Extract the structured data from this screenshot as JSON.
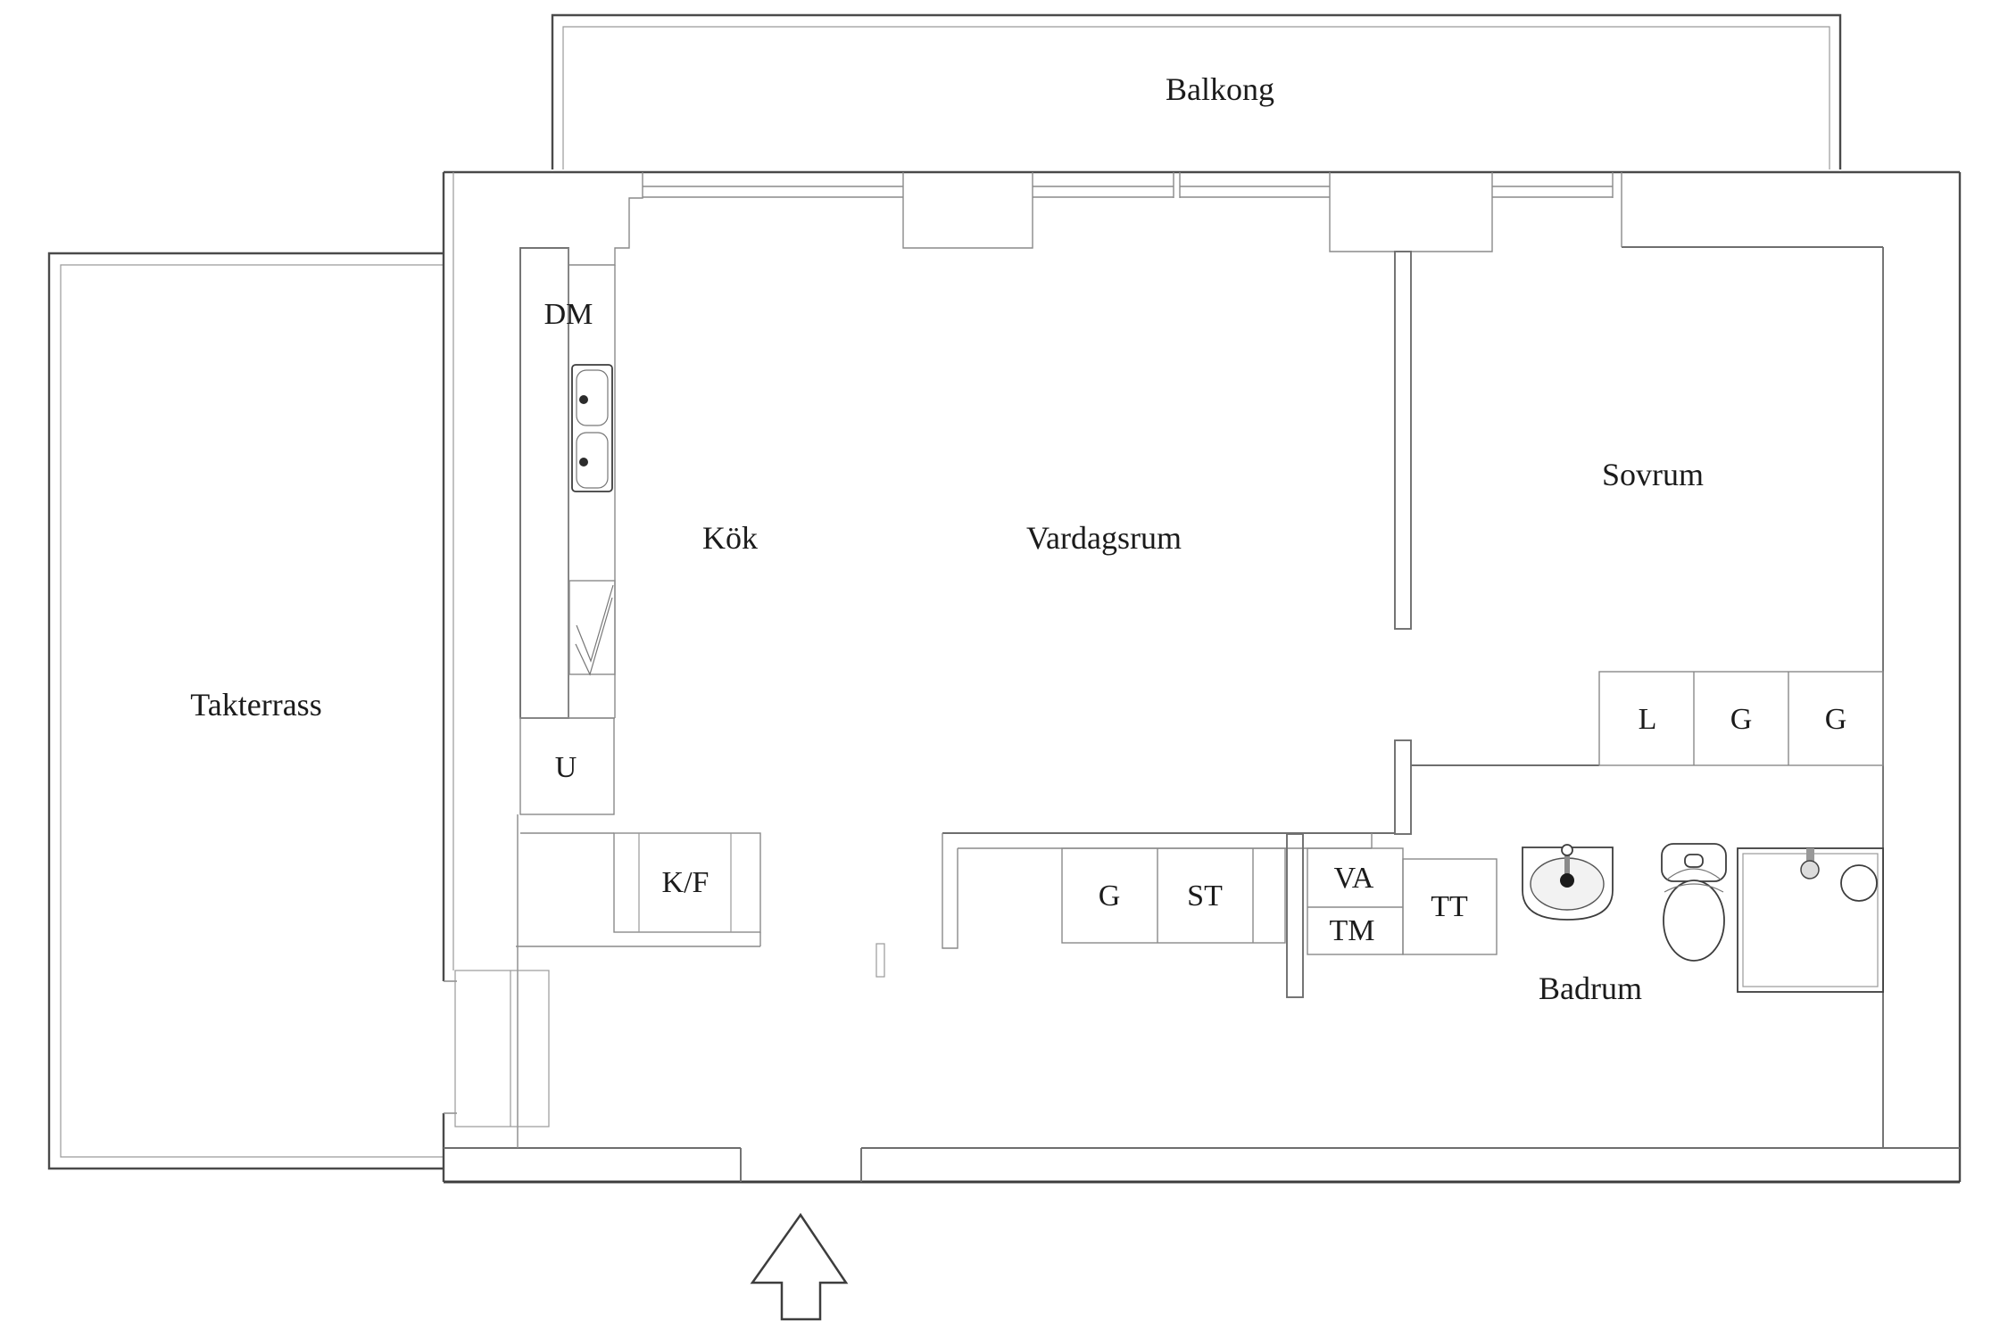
{
  "labels": {
    "balcony": "Balkong",
    "terrace": "Takterrass",
    "kitchen": "Kök",
    "living_room": "Vardagsrum",
    "bedroom": "Sovrum",
    "bathroom": "Badrum",
    "dishwasher": "DM",
    "oven": "U",
    "fridge_freezer": "K/F",
    "hall_wardrobe": "G",
    "hall_cleaning": "ST",
    "bath_va": "VA",
    "washing_machine": "TM",
    "dryer": "TT",
    "linen_closet": "L",
    "bedroom_wardrobe_1": "G",
    "bedroom_wardrobe_2": "G"
  },
  "icons": {
    "kitchen_sink": "double-basin-sink",
    "stove": "hob-checkmark-symbol",
    "washbasin": "oval-basin-with-tap",
    "toilet": "toilet-top-view",
    "shower": "shower-cabin",
    "entrance_arrow": "up-arrow"
  },
  "colors": {
    "background": "#ffffff",
    "wall_dark": "#3d3d3d",
    "wall_mid": "#6e6e6e",
    "wall_light": "#8a8a8a",
    "text": "#1b1b1b"
  }
}
